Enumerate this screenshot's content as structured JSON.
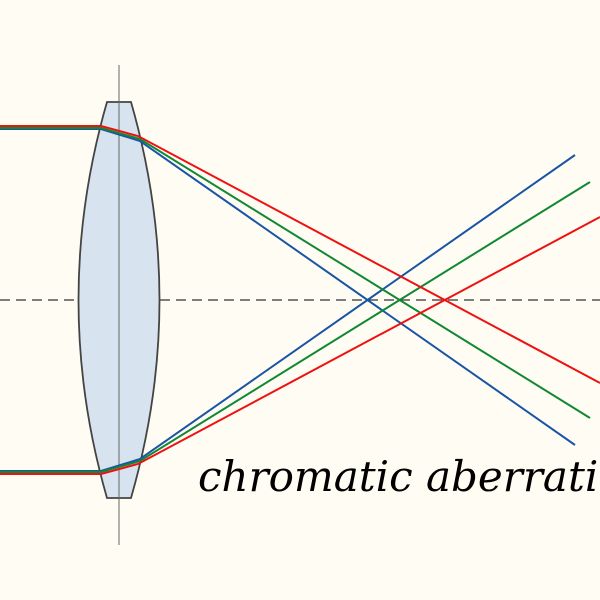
{
  "background_color": "#fffcf3",
  "caption": "chromatic aberration",
  "lens": {
    "fill_color": "#d7e4ef",
    "outline_color": "#444444"
  },
  "axis_color": "#333333",
  "rays": [
    {
      "color": "red",
      "hex": "#ee1111"
    },
    {
      "color": "green",
      "hex": "#118833"
    },
    {
      "color": "blue",
      "hex": "#1a55a5"
    }
  ]
}
